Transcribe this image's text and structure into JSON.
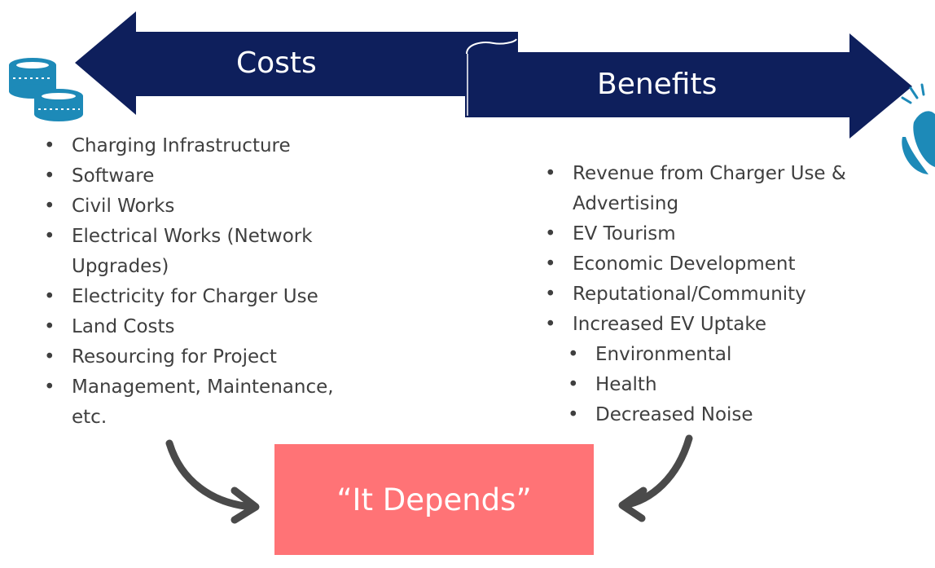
{
  "colors": {
    "arrow_fill": "#0e1f5c",
    "icon_blue": "#1d8ab8",
    "curve_arrow": "#4a4a4a",
    "result_box": "#ff7376",
    "text": "#3f3f3f"
  },
  "costs": {
    "title": "Costs",
    "icon": "coins-icon",
    "items": [
      "Charging Infrastructure",
      "Software",
      "Civil Works",
      "Electrical Works (Network Upgrades)",
      "Electricity for Charger Use",
      "Land Costs",
      "Resourcing for Project",
      "Management, Maintenance, etc."
    ]
  },
  "benefits": {
    "title": "Benefits",
    "icon": "clapping-hands-icon",
    "items": [
      "Revenue from Charger Use & Advertising",
      "EV Tourism",
      "Economic Development",
      "Reputational/Community",
      "Increased EV Uptake"
    ],
    "sub_items": [
      "Environmental",
      "Health",
      "Decreased Noise"
    ]
  },
  "result": {
    "text": "“It Depends”"
  }
}
